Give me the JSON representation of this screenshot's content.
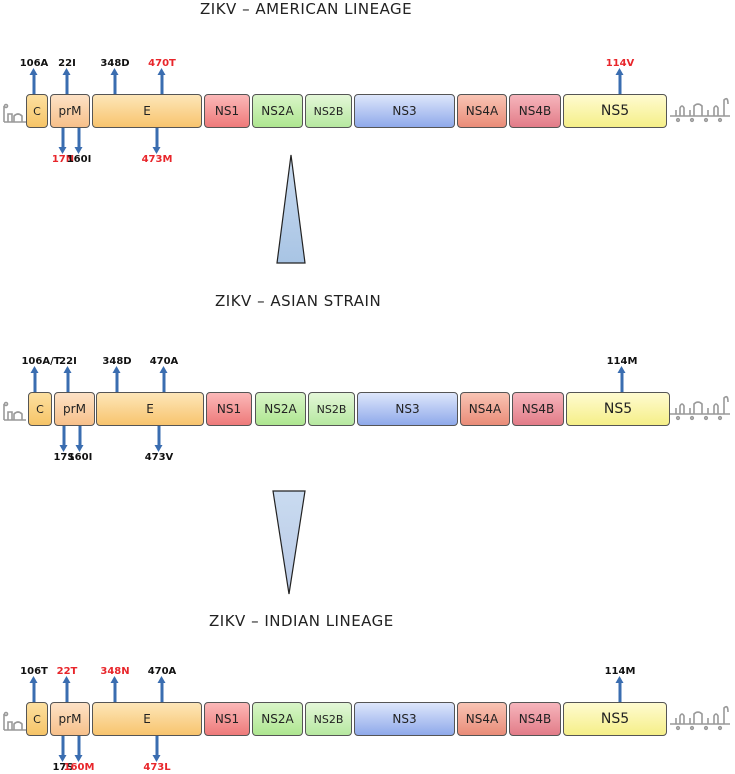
{
  "colors": {
    "normal": "#111111",
    "highlight": "#e8262b",
    "arrow": "#3a6db0",
    "triangle_fill": "#a8c4e4"
  },
  "panels": [
    {
      "title": "ZIKV – AMERICAN LINEAGE",
      "mutations": [
        {
          "label": "106A",
          "highlight": false,
          "side": "top"
        },
        {
          "label": "22I",
          "highlight": false,
          "side": "top"
        },
        {
          "label": "348D",
          "highlight": false,
          "side": "top"
        },
        {
          "label": "470T",
          "highlight": true,
          "side": "top"
        },
        {
          "label": "114V",
          "highlight": true,
          "side": "top"
        },
        {
          "label": "17N",
          "highlight": true,
          "side": "bottom"
        },
        {
          "label": "160I",
          "highlight": false,
          "side": "bottom"
        },
        {
          "label": "473M",
          "highlight": true,
          "side": "bottom"
        }
      ]
    },
    {
      "title": "ZIKV – ASIAN STRAIN",
      "mutations": [
        {
          "label": "106A/T",
          "highlight": false,
          "side": "top"
        },
        {
          "label": "22I",
          "highlight": false,
          "side": "top"
        },
        {
          "label": "348D",
          "highlight": false,
          "side": "top"
        },
        {
          "label": "470A",
          "highlight": false,
          "side": "top"
        },
        {
          "label": "114M",
          "highlight": false,
          "side": "top"
        },
        {
          "label": "17S",
          "highlight": false,
          "side": "bottom"
        },
        {
          "label": "160I",
          "highlight": false,
          "side": "bottom"
        },
        {
          "label": "473V",
          "highlight": false,
          "side": "bottom"
        }
      ]
    },
    {
      "title": "ZIKV – INDIAN LINEAGE",
      "mutations": [
        {
          "label": "106T",
          "highlight": false,
          "side": "top"
        },
        {
          "label": "22T",
          "highlight": true,
          "side": "top"
        },
        {
          "label": "348N",
          "highlight": true,
          "side": "top"
        },
        {
          "label": "470A",
          "highlight": false,
          "side": "top"
        },
        {
          "label": "114M",
          "highlight": false,
          "side": "top"
        },
        {
          "label": "17S",
          "highlight": false,
          "side": "bottom"
        },
        {
          "label": "160M",
          "highlight": true,
          "side": "bottom"
        },
        {
          "label": "473L",
          "highlight": true,
          "side": "bottom"
        }
      ]
    }
  ],
  "segments": [
    {
      "label": "C",
      "color": "#fde0a0",
      "color2": "#f6c467"
    },
    {
      "label": "prM",
      "color": "#fde2c6",
      "color2": "#f7c08a"
    },
    {
      "label": "E",
      "color": "#fde6b8",
      "color2": "#f8c46e"
    },
    {
      "label": "NS1",
      "color": "#fbb8b8",
      "color2": "#ee7a7a"
    },
    {
      "label": "NS2A",
      "color": "#d9f5c8",
      "color2": "#aee690"
    },
    {
      "label": "NS2B",
      "color": "#e4f7d8",
      "color2": "#b6e8a0"
    },
    {
      "label": "NS3",
      "color": "#dde6fb",
      "color2": "#8fa9ea"
    },
    {
      "label": "NS4A",
      "color": "#f9c4b4",
      "color2": "#e98c78"
    },
    {
      "label": "NS4B",
      "color": "#f6b5bc",
      "color2": "#e27c88"
    },
    {
      "label": "NS5",
      "color": "#fffbd0",
      "color2": "#f5ef88"
    }
  ]
}
